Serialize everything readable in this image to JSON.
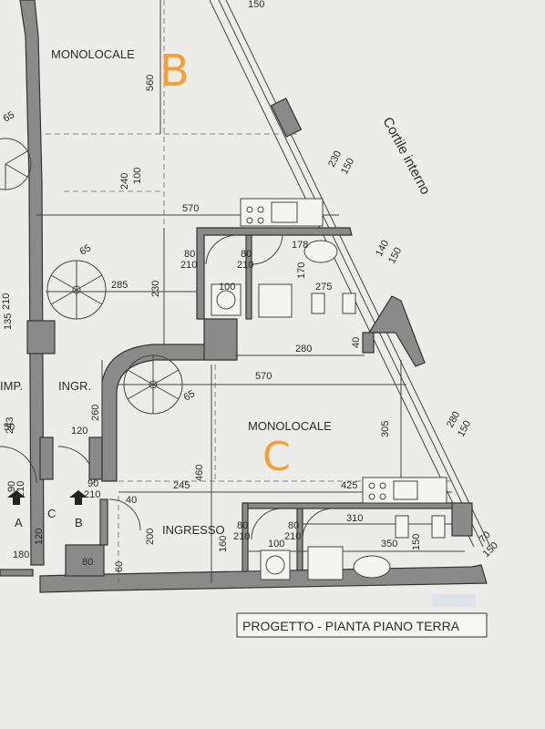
{
  "title": "PROGETTO - PIANTA PIANO TERRA",
  "annotations": {
    "unit_b": "B",
    "unit_c": "C"
  },
  "rooms": {
    "monolocale_b": "MONOLOCALE",
    "monolocale_c": "MONOLOCALE",
    "ingresso": "INGRESSO",
    "ingr": "INGR.",
    "imp": "IMP.",
    "cortile": "Cortile interno"
  },
  "entrances": {
    "a": "A",
    "b": "B",
    "c": "C"
  },
  "dimensions": {
    "d560": "560",
    "d150_top": "150",
    "d230": "230",
    "d150_a": "150",
    "d240": "240",
    "d100_a": "100",
    "d570_a": "570",
    "d65_a": "65",
    "d80_a": "80",
    "d210_a": "210",
    "d80_b": "80",
    "d210_b": "210",
    "d178": "178",
    "d140": "140",
    "d150_b": "150",
    "d285": "285",
    "d230_b": "230",
    "d170": "170",
    "d100_b": "100",
    "d275": "275",
    "d210_c": "210",
    "d135": "135",
    "d280_a": "280",
    "d40_a": "40",
    "d570_b": "570",
    "d65_b": "65",
    "d260": "260",
    "d243": "243",
    "d120_a": "120",
    "d305": "305",
    "d280_b": "280",
    "d150_c": "150",
    "d90_a": "90",
    "d210_d": "210",
    "d90_b": "90",
    "d210_e": "210",
    "d245": "245",
    "d460": "460",
    "d425": "425",
    "d40_b": "40",
    "d120_b": "120",
    "d200": "200",
    "d80_c": "80",
    "d210_f": "210",
    "d80_d": "80",
    "d210_g": "210",
    "d310": "310",
    "d160": "160",
    "d100_c": "100",
    "d350": "350",
    "d150_d": "150",
    "d70": "70",
    "d150_e": "150",
    "d180": "180",
    "d80_e": "80",
    "d60": "60",
    "d50": "50",
    "d65_c": "65"
  }
}
